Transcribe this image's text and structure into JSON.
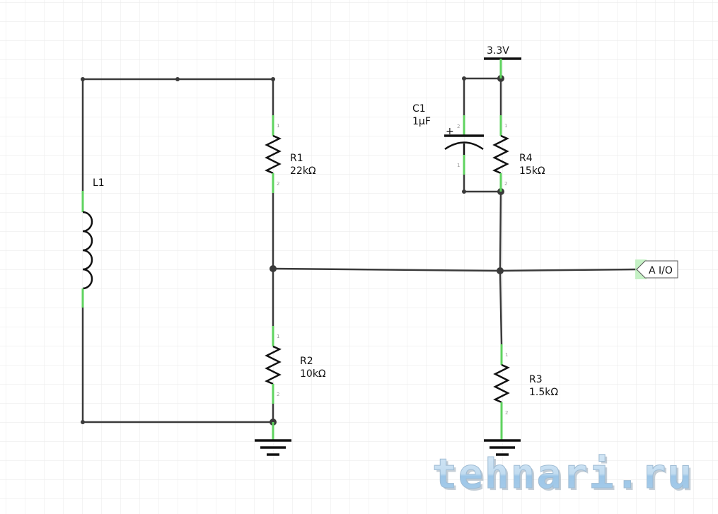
{
  "schematic": {
    "components": {
      "L1": {
        "ref": "L1",
        "type": "inductor"
      },
      "R1": {
        "ref": "R1",
        "value": "22kΩ",
        "type": "resistor",
        "pins": [
          "1",
          "2"
        ]
      },
      "R2": {
        "ref": "R2",
        "value": "10kΩ",
        "type": "resistor",
        "pins": [
          "1",
          "2"
        ]
      },
      "R3": {
        "ref": "R3",
        "value": "1.5kΩ",
        "type": "resistor",
        "pins": [
          "1",
          "2"
        ]
      },
      "R4": {
        "ref": "R4",
        "value": "15kΩ",
        "type": "resistor",
        "pins": [
          "1",
          "2"
        ]
      },
      "C1": {
        "ref": "C1",
        "value": "1µF",
        "type": "electrolytic-capacitor",
        "polarity": "+",
        "pins": [
          "2",
          "1"
        ]
      }
    },
    "power": {
      "label": "3.3V"
    },
    "port": {
      "label": "A I/O"
    },
    "grounds": 2
  },
  "watermark": {
    "text": "tehnari.ru"
  },
  "colors": {
    "wire": "#3a3a3a",
    "pin": "#5fd35f",
    "grid": "#ececec",
    "port_highlight": "#b6eeb6",
    "watermark": "#a9cdea"
  }
}
